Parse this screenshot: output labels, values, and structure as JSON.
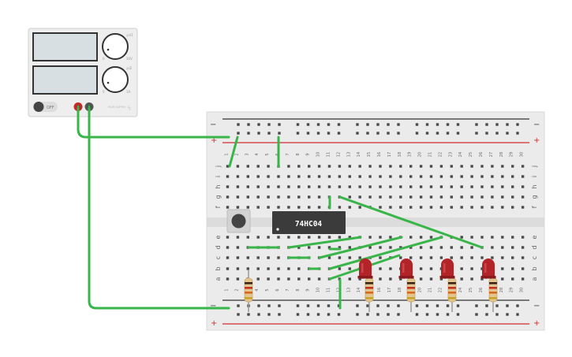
{
  "power_supply": {
    "switch_label": "OFF",
    "knob1": {
      "channel_label": "◎V1",
      "min_label": "0",
      "max_label": "30V"
    },
    "knob2": {
      "channel_label": "◎I2",
      "min_label": "0",
      "max_label": "1A"
    },
    "brand_label": "PWR SUPPLY",
    "display_color": "#d7dfe2"
  },
  "breadboard": {
    "column_numbers": [
      "1",
      "2",
      "3",
      "4",
      "5",
      "6",
      "7",
      "8",
      "9",
      "10",
      "11",
      "12",
      "13",
      "14",
      "15",
      "16",
      "17",
      "18",
      "19",
      "20",
      "21",
      "22",
      "23",
      "24",
      "25",
      "26",
      "27",
      "28",
      "29",
      "30"
    ],
    "row_letters_top": [
      "j",
      "i",
      "h",
      "g",
      "f"
    ],
    "row_letters_bottom": [
      "e",
      "d",
      "c",
      "b",
      "a"
    ],
    "rail_plus": "+",
    "rail_minus": "−"
  },
  "chip": {
    "label": "74HC04"
  },
  "colors": {
    "wire": "#3ab54a",
    "led": "#b32428",
    "rail_red": "#d12c2c",
    "board": "#ececec"
  },
  "leds": {
    "count": 4
  },
  "resistors": {
    "count": 5
  }
}
